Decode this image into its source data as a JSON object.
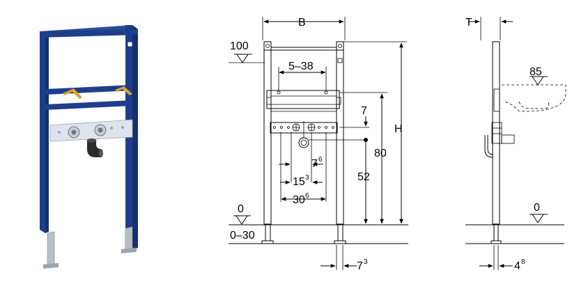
{
  "front_view": {
    "width_label": "B",
    "height_label": "H",
    "top_level_label": "100",
    "floor_level_label": "0",
    "floor_range_label": "0–30",
    "fix_spacing_label": "5–38",
    "dim_7": "7",
    "dim_80": "80",
    "dim_52": "52",
    "dim_7_6_main": "7",
    "dim_7_6_sup": "6",
    "dim_15_3_main": "15",
    "dim_15_3_sup": "3",
    "dim_30_6_main": "30",
    "dim_30_6_sup": "6",
    "dim_7_3_main": "7",
    "dim_7_3_sup": "3"
  },
  "side_view": {
    "depth_label": "T",
    "basin_level_label": "85",
    "floor_level_label": "0",
    "dim_4_8_main": "4",
    "dim_4_8_sup": "8"
  },
  "colors": {
    "frame_blue": "#1e3e8c",
    "frame_dark": "#14306e",
    "plate_grey": "#dfe4ec",
    "brass": "#d9a52a",
    "leg_grey": "#b9bec6"
  }
}
